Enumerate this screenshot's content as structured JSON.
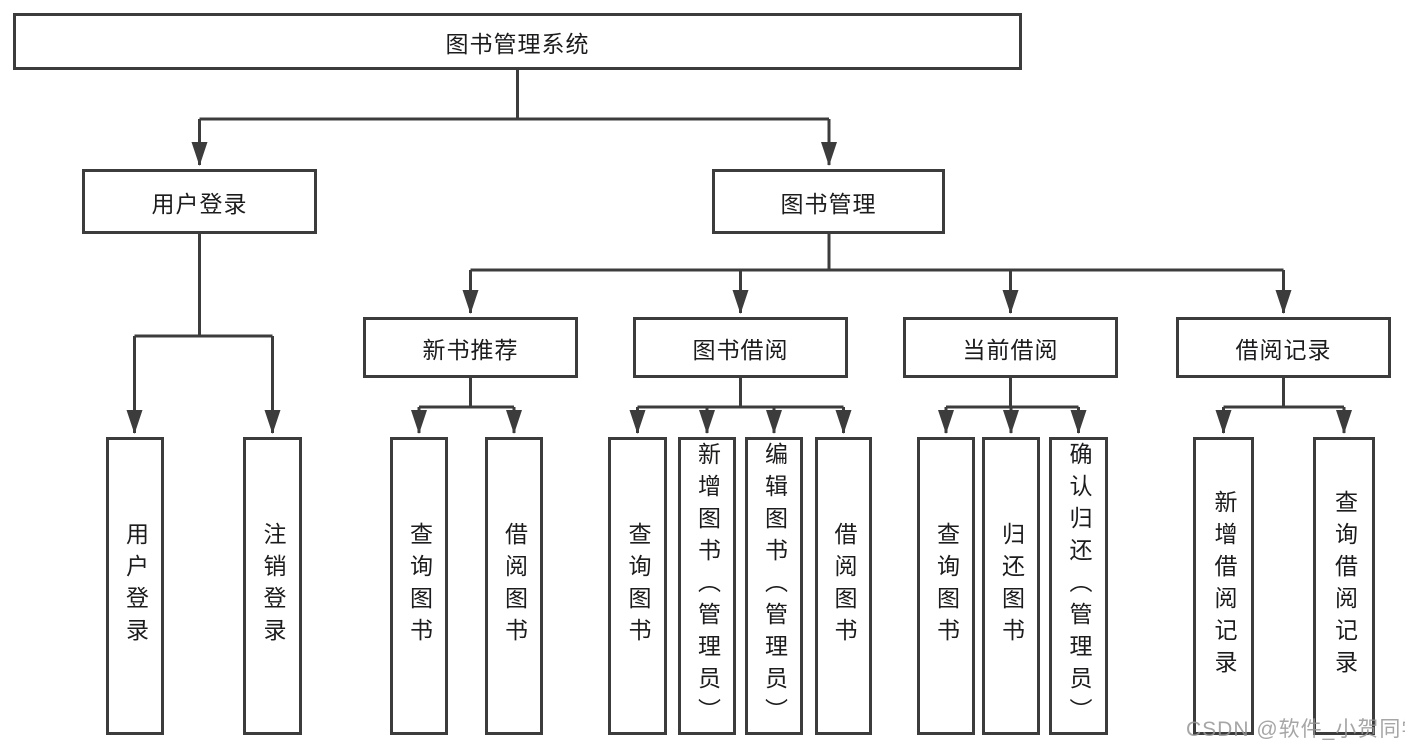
{
  "diagram": {
    "root": "图书管理系统",
    "level2": [
      "用户登录",
      "图书管理"
    ],
    "level3": [
      "新书推荐",
      "图书借阅",
      "当前借阅",
      "借阅记录"
    ],
    "leaves": {
      "user_login": [
        "用户登录",
        "注销登录"
      ],
      "new_book_recommend": [
        "查询图书",
        "借阅图书"
      ],
      "book_borrow": [
        "查询图书",
        "新增图书（管理员）",
        "编辑图书（管理员）",
        "借阅图书"
      ],
      "current_borrow": [
        "查询图书",
        "归还图书",
        "确认归还（管理员）"
      ],
      "borrow_record": [
        "新增借阅记录",
        "查询借阅记录"
      ]
    },
    "colors": {
      "line": "#3c3c3c",
      "text": "#1c1c1e",
      "background": "#ffffff",
      "watermark": "#969696"
    }
  },
  "watermark": "CSDN @软件_小贺同学"
}
